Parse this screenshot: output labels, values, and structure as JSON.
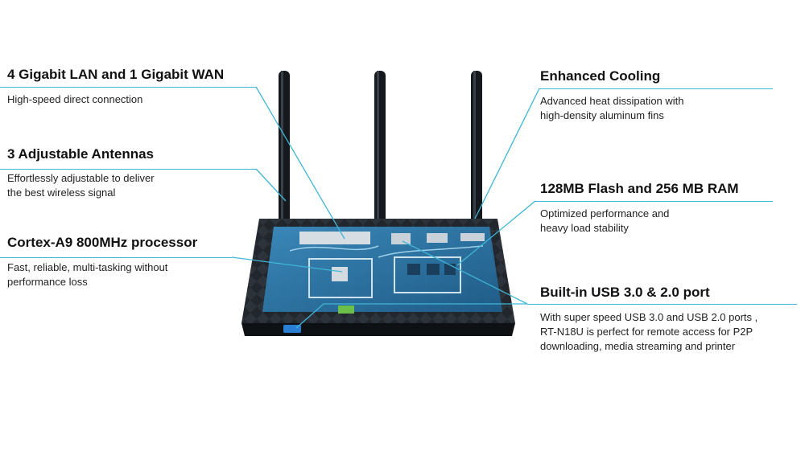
{
  "features": {
    "lan_wan": {
      "title": "4 Gigabit LAN and 1 Gigabit WAN",
      "desc": [
        "High-speed direct connection"
      ]
    },
    "antennas": {
      "title": "3 Adjustable Antennas",
      "desc": [
        "Effortlessly adjustable  to deliver",
        "the best wireless signal"
      ]
    },
    "processor": {
      "title": "Cortex-A9 800MHz processor",
      "desc": [
        "Fast, reliable, multi-tasking without",
        "performance loss"
      ]
    },
    "cooling": {
      "title": "Enhanced Cooling",
      "desc": [
        "Advanced heat dissipation with",
        "high-density aluminum fins"
      ]
    },
    "memory": {
      "title": "128MB Flash and 256 MB RAM",
      "desc": [
        "Optimized performance and",
        "heavy load stability"
      ]
    },
    "usb": {
      "title": "Built-in USB 3.0 & 2.0 port",
      "desc": [
        "With super speed USB 3.0 and USB 2.0 ports ,",
        "RT-N18U is perfect for remote access for P2P",
        "downloading, media  streaming and printer"
      ]
    }
  },
  "colors": {
    "callout_line": "#3fb6d6",
    "router_body": "#1b1f24",
    "board": "#2e7fb0"
  },
  "icons": {
    "router": "router-illustration",
    "antenna": "antenna-icon",
    "usb_port": "usb-port-icon"
  }
}
